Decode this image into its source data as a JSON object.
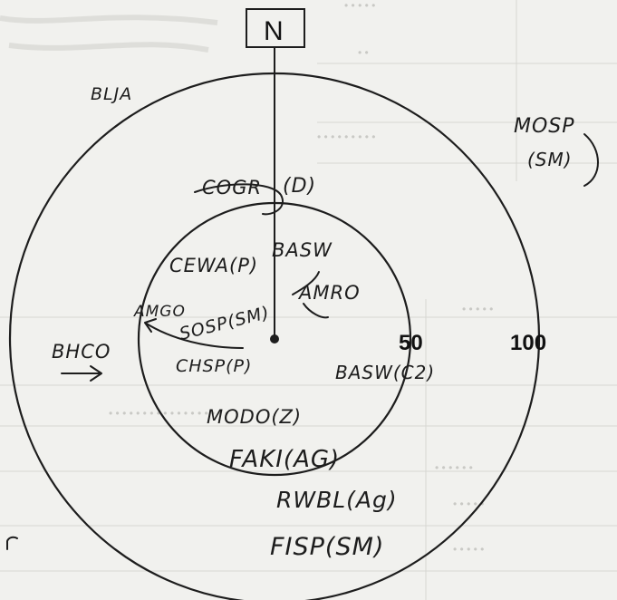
{
  "north": {
    "label": "N"
  },
  "rings": {
    "inner_label": "50",
    "outer_label": "100"
  },
  "annotations": {
    "blja": "BLJA",
    "mosp": "MOSP",
    "mosp_sub": "(SM)",
    "cogr": "COGR",
    "cogr_mark": "(D)",
    "cewa": "CEWA(P)",
    "basw_top": "BASW",
    "amro": "AMRO",
    "amgo": "AMGO",
    "sosp": "SOSP(SM)",
    "bhco": "BHCO",
    "chsp": "CHSP(P)",
    "basw_c2": "BASW(C2)",
    "modo": "MODO(Z)",
    "faki": "FAKI(AG)",
    "rwbl": "RWBL(Ag)",
    "fisp": "FISP(SM)"
  },
  "colors": {
    "paper": "#f1f1ee",
    "ink": "#1d1d1d",
    "ghost_text": "#c9c9c5"
  }
}
